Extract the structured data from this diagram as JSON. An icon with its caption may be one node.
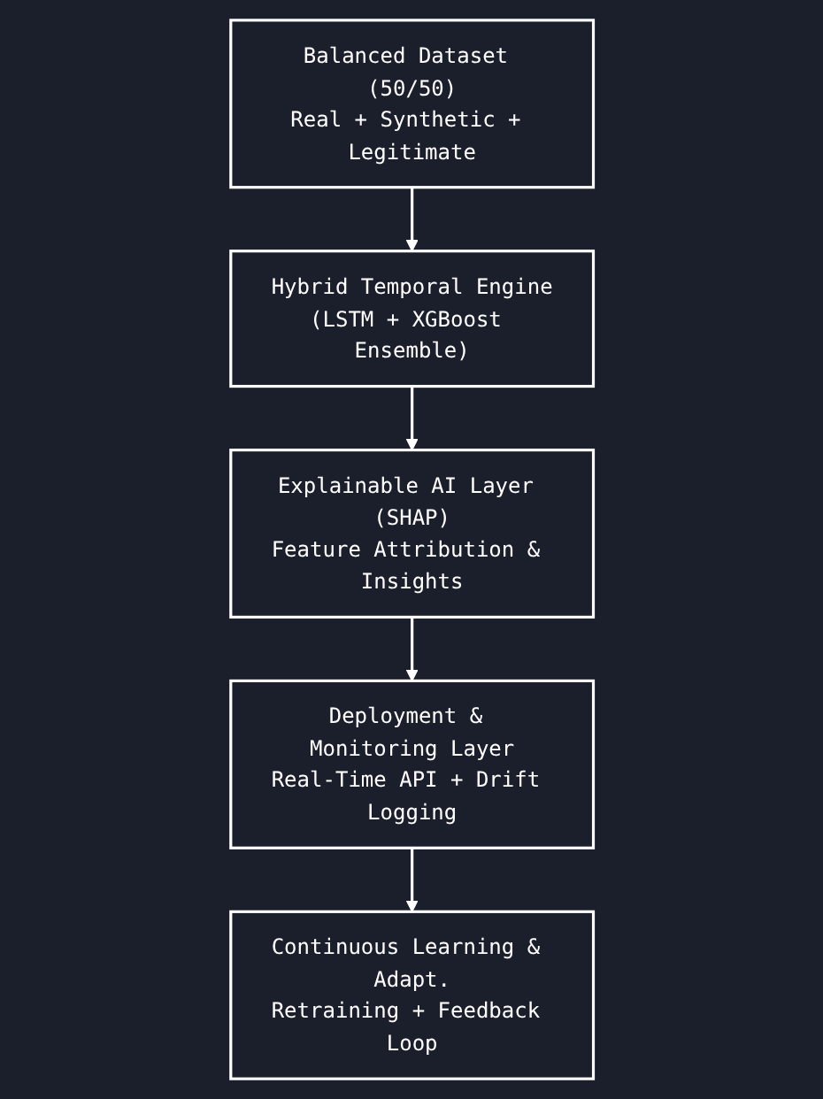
{
  "diagram": {
    "nodes": [
      {
        "text": [
          "Balanced Dataset (50/50)",
          "Real + Synthetic + Legitimate"
        ]
      },
      {
        "text": [
          "Hybrid Temporal Engine",
          "(LSTM + XGBoost Ensemble)"
        ]
      },
      {
        "text": [
          "Explainable AI Layer (SHAP)",
          "Feature Attribution & Insights"
        ]
      },
      {
        "text": [
          "Deployment & Monitoring Layer",
          "Real-Time API + Drift Logging"
        ]
      },
      {
        "text": [
          "Continuous Learning & Adapt.",
          "Retraining + Feedback Loop"
        ]
      }
    ],
    "edges": [
      {
        "from": 0,
        "to": 1,
        "arrow": "to"
      },
      {
        "from": 1,
        "to": 2,
        "arrow": "to"
      },
      {
        "from": 2,
        "to": 3,
        "arrow": "to"
      },
      {
        "from": 3,
        "to": 4,
        "arrow": "to"
      }
    ]
  }
}
